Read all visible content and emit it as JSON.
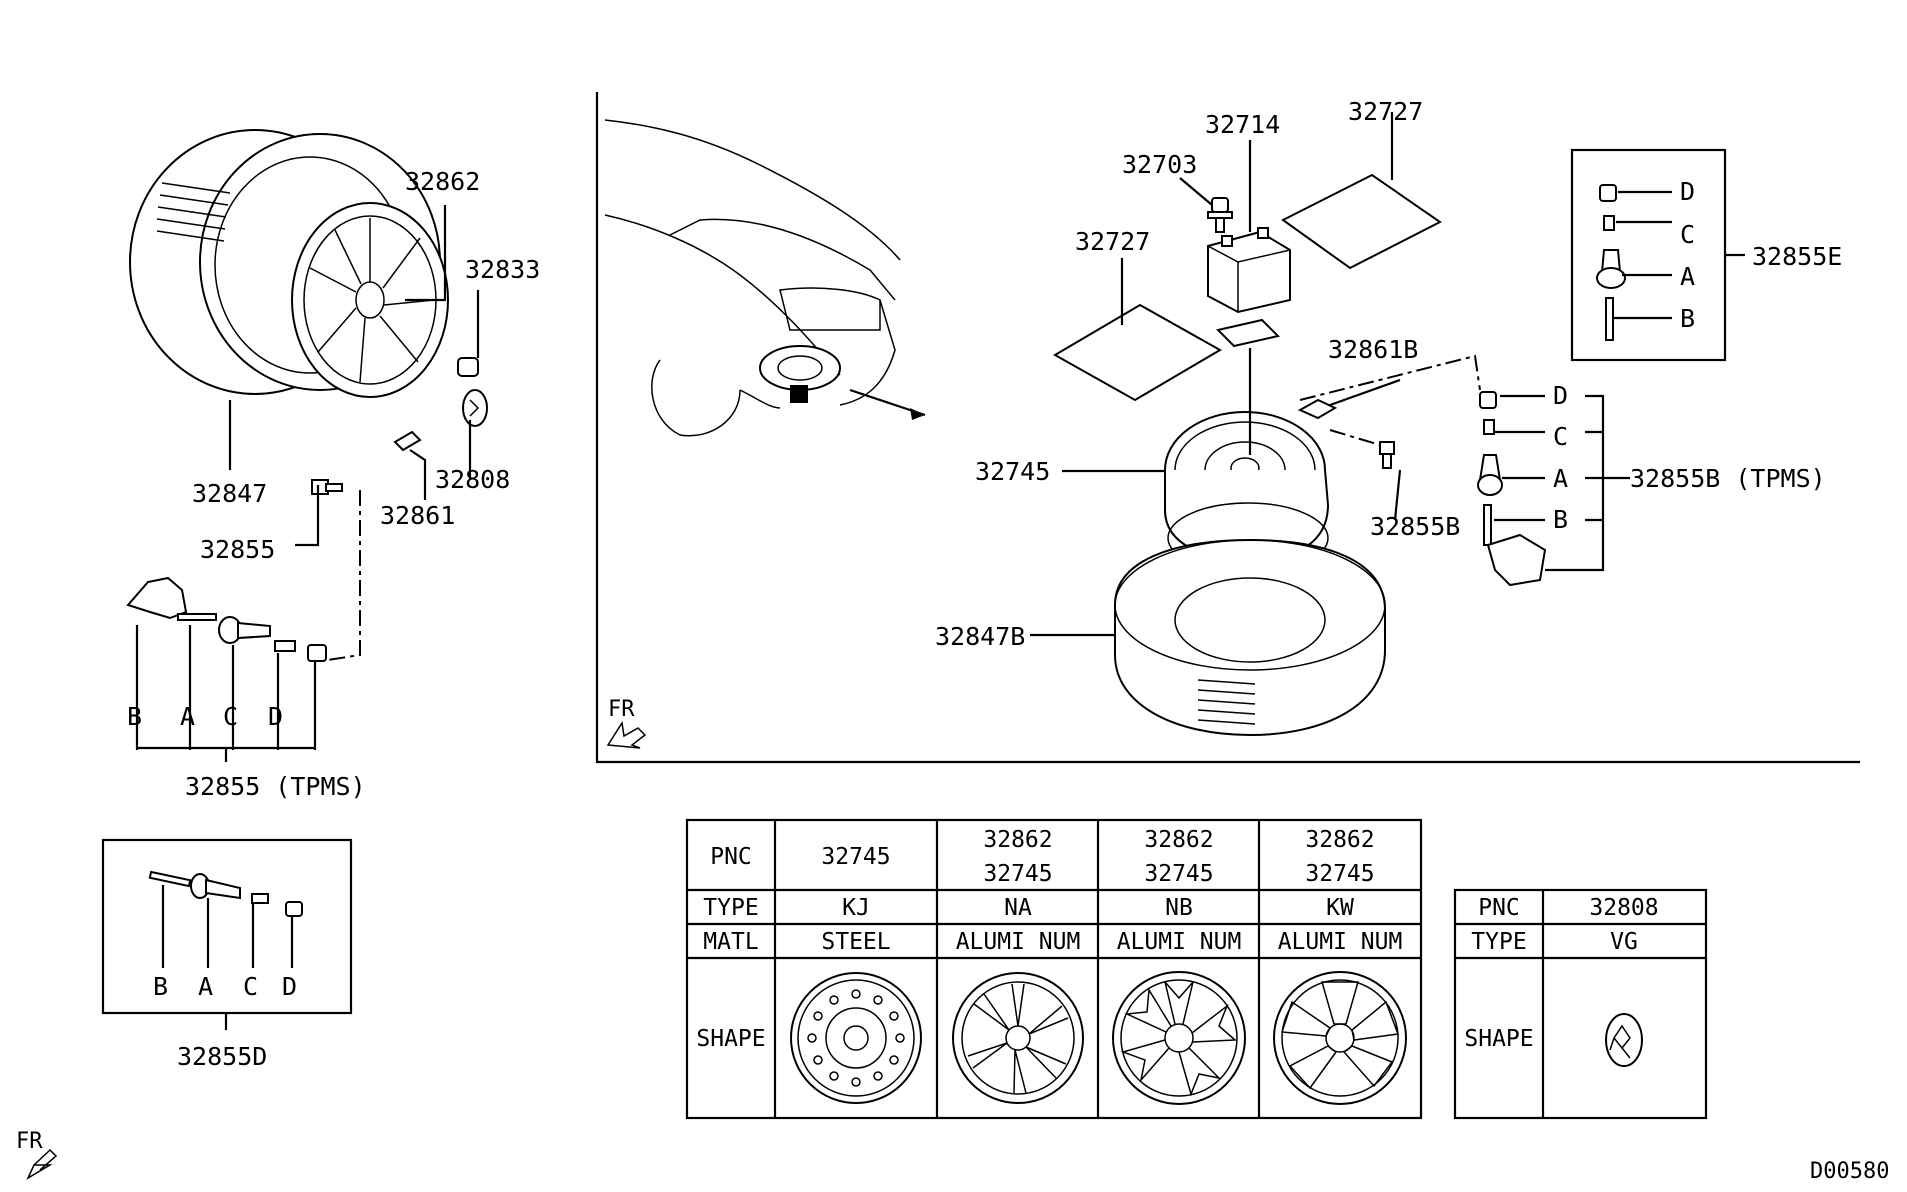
{
  "labels": {
    "p32862": "32862",
    "p32833": "32833",
    "p32808": "32808",
    "p32847": "32847",
    "p32861": "32861",
    "p32855": "32855",
    "p32855tpms": "32855 (TPMS)",
    "p32855d": "32855D",
    "p32714": "32714",
    "p32727a": "32727",
    "p32703": "32703",
    "p32727b": "32727",
    "p32861b": "32861B",
    "p32745": "32745",
    "p32855b": "32855B",
    "p32847b": "32847B",
    "p32855e": "32855E",
    "p32855btpms": "32855B (TPMS)",
    "fr_inset": "FR",
    "fr_main": "FR",
    "diagram_code": "D00580",
    "letters": {
      "A": "A",
      "B": "B",
      "C": "C",
      "D": "D"
    }
  },
  "wheel_table": {
    "headers": {
      "pnc": "PNC",
      "type": "TYPE",
      "matl": "MATL",
      "shape": "SHAPE"
    },
    "columns": [
      {
        "pnc1": "32745",
        "pnc2": "",
        "type": "KJ",
        "matl": "STEEL",
        "shape": "steel-wheel-icon"
      },
      {
        "pnc1": "32862",
        "pnc2": "32745",
        "type": "NA",
        "matl": "ALUMI NUM",
        "shape": "alloy-wheel-na-icon"
      },
      {
        "pnc1": "32862",
        "pnc2": "32745",
        "type": "NB",
        "matl": "ALUMI NUM",
        "shape": "alloy-wheel-nb-icon"
      },
      {
        "pnc1": "32862",
        "pnc2": "32745",
        "type": "KW",
        "matl": "ALUMI NUM",
        "shape": "alloy-wheel-kw-icon"
      }
    ]
  },
  "cap_table": {
    "headers": {
      "pnc": "PNC",
      "type": "TYPE",
      "shape": "SHAPE"
    },
    "pnc": "32808",
    "type": "VG",
    "shape": "center-cap-icon"
  }
}
